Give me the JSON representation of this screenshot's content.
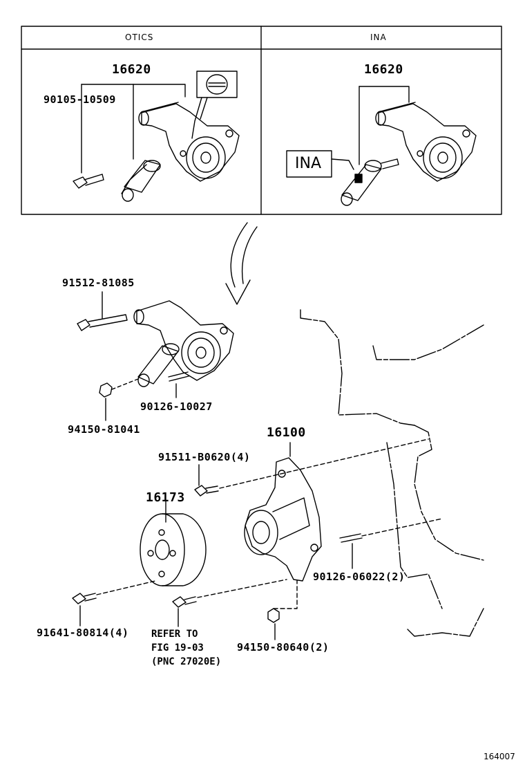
{
  "header": {
    "left_title": "OTICS",
    "right_title": "INA"
  },
  "inset_left": {
    "part_main": "16620",
    "part_bolt": "90105-10509"
  },
  "inset_right": {
    "part_main": "16620",
    "tag": "INA"
  },
  "parts": {
    "p1": "91512-81085",
    "p2": "90126-10027",
    "p3": "94150-81041",
    "p4": "16100",
    "p5": "91511-B0620(4)",
    "p6": "16173",
    "p7": "90126-06022(2)",
    "p8": "91641-80814(4)",
    "p9": "94150-80640(2)"
  },
  "reference": {
    "line1": "REFER TO",
    "line2": "FIG 19-03",
    "line3": "(PNC 27020E)"
  },
  "footer": {
    "figure_code": "164007"
  }
}
